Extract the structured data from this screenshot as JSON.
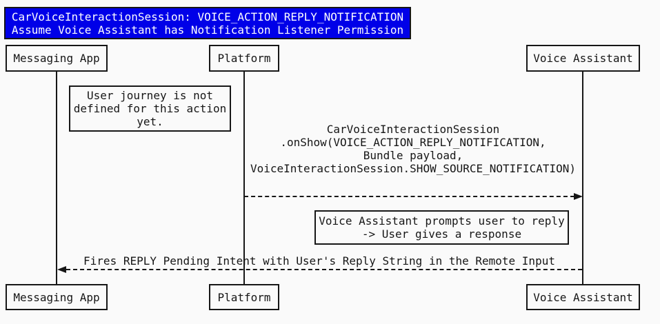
{
  "title": {
    "text": "CarVoiceInteractionSession: VOICE_ACTION_REPLY_NOTIFICATION\nAssume Voice Assistant has Notification Listener Permission"
  },
  "participants": {
    "messaging_app": "Messaging App",
    "platform": "Platform",
    "voice_assistant": "Voice Assistant"
  },
  "notes": {
    "user_journey": "User journey is not\ndefined for this action\nyet.",
    "prompt_reply": "Voice Assistant prompts user to reply\n-> User gives a response"
  },
  "messages": {
    "on_show": "CarVoiceInteractionSession\n.onShow(VOICE_ACTION_REPLY_NOTIFICATION,\nBundle payload,\nVoiceInteractionSession.SHOW_SOURCE_NOTIFICATION)",
    "fires_reply": "Fires REPLY Pending Intent with User's Reply String in the Remote Input"
  },
  "colors": {
    "title_background": "#0000e8",
    "title_text": "#ffffff",
    "line": "#161616",
    "page_background": "#fafafa"
  }
}
